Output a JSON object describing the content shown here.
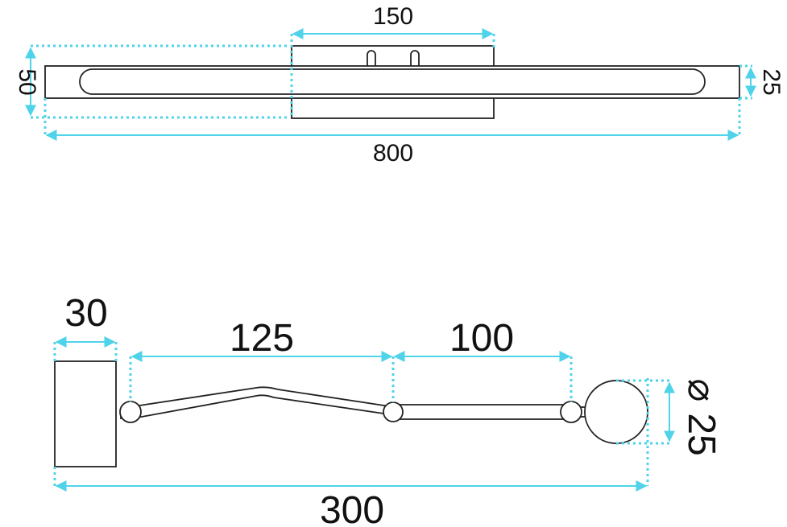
{
  "colors": {
    "dimension": "#4fd3ea",
    "outline": "#222222",
    "background": "#ffffff"
  },
  "top_view": {
    "dim_width": "800",
    "dim_height": "50",
    "dim_mount": "150",
    "dim_depth": "25"
  },
  "side_view": {
    "dim_base": "30",
    "dim_arm1": "125",
    "dim_arm2": "100",
    "dim_total": "300",
    "dim_head": "25",
    "diameter_symbol": "⌀"
  }
}
